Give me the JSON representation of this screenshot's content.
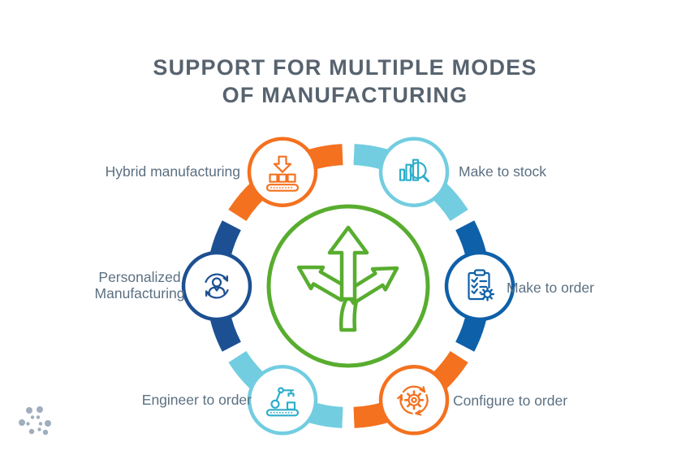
{
  "title": {
    "line1": "SUPPORT FOR MULTIPLE MODES",
    "line2": "OF MANUFACTURING",
    "color": "#57636F"
  },
  "center": {
    "description": "three-way branching arrow inside green circle",
    "color": "#58AD2F"
  },
  "nodes": [
    {
      "label": "Hybrid manufacturing",
      "ring_color": "#F4711F",
      "icon_color": "#F4711F",
      "icon": "conveyor-inbound-icon"
    },
    {
      "label": "Make to stock",
      "ring_color": "#72CDE0",
      "icon_color": "#2EAECB",
      "icon": "stock-analysis-icon"
    },
    {
      "label": "Make to order",
      "ring_color": "#0E60A9",
      "icon_color": "#0E60A9",
      "icon": "checklist-gear-icon"
    },
    {
      "label": "Configure to order",
      "ring_color": "#F4711F",
      "icon_color": "#F4711F",
      "icon": "gear-rotation-icon"
    },
    {
      "label": "Engineer to order",
      "ring_color": "#72CDE0",
      "icon_color": "#2EAECB",
      "icon": "robot-arm-icon"
    },
    {
      "label": "Personalized Manufacturing",
      "ring_color": "#1D5092",
      "icon_color": "#1D5092",
      "icon": "person-cycle-icon"
    }
  ],
  "label_color": "#5C7082",
  "logo": {
    "name": "dot-cluster-logo",
    "color": "#9FAEBE"
  }
}
